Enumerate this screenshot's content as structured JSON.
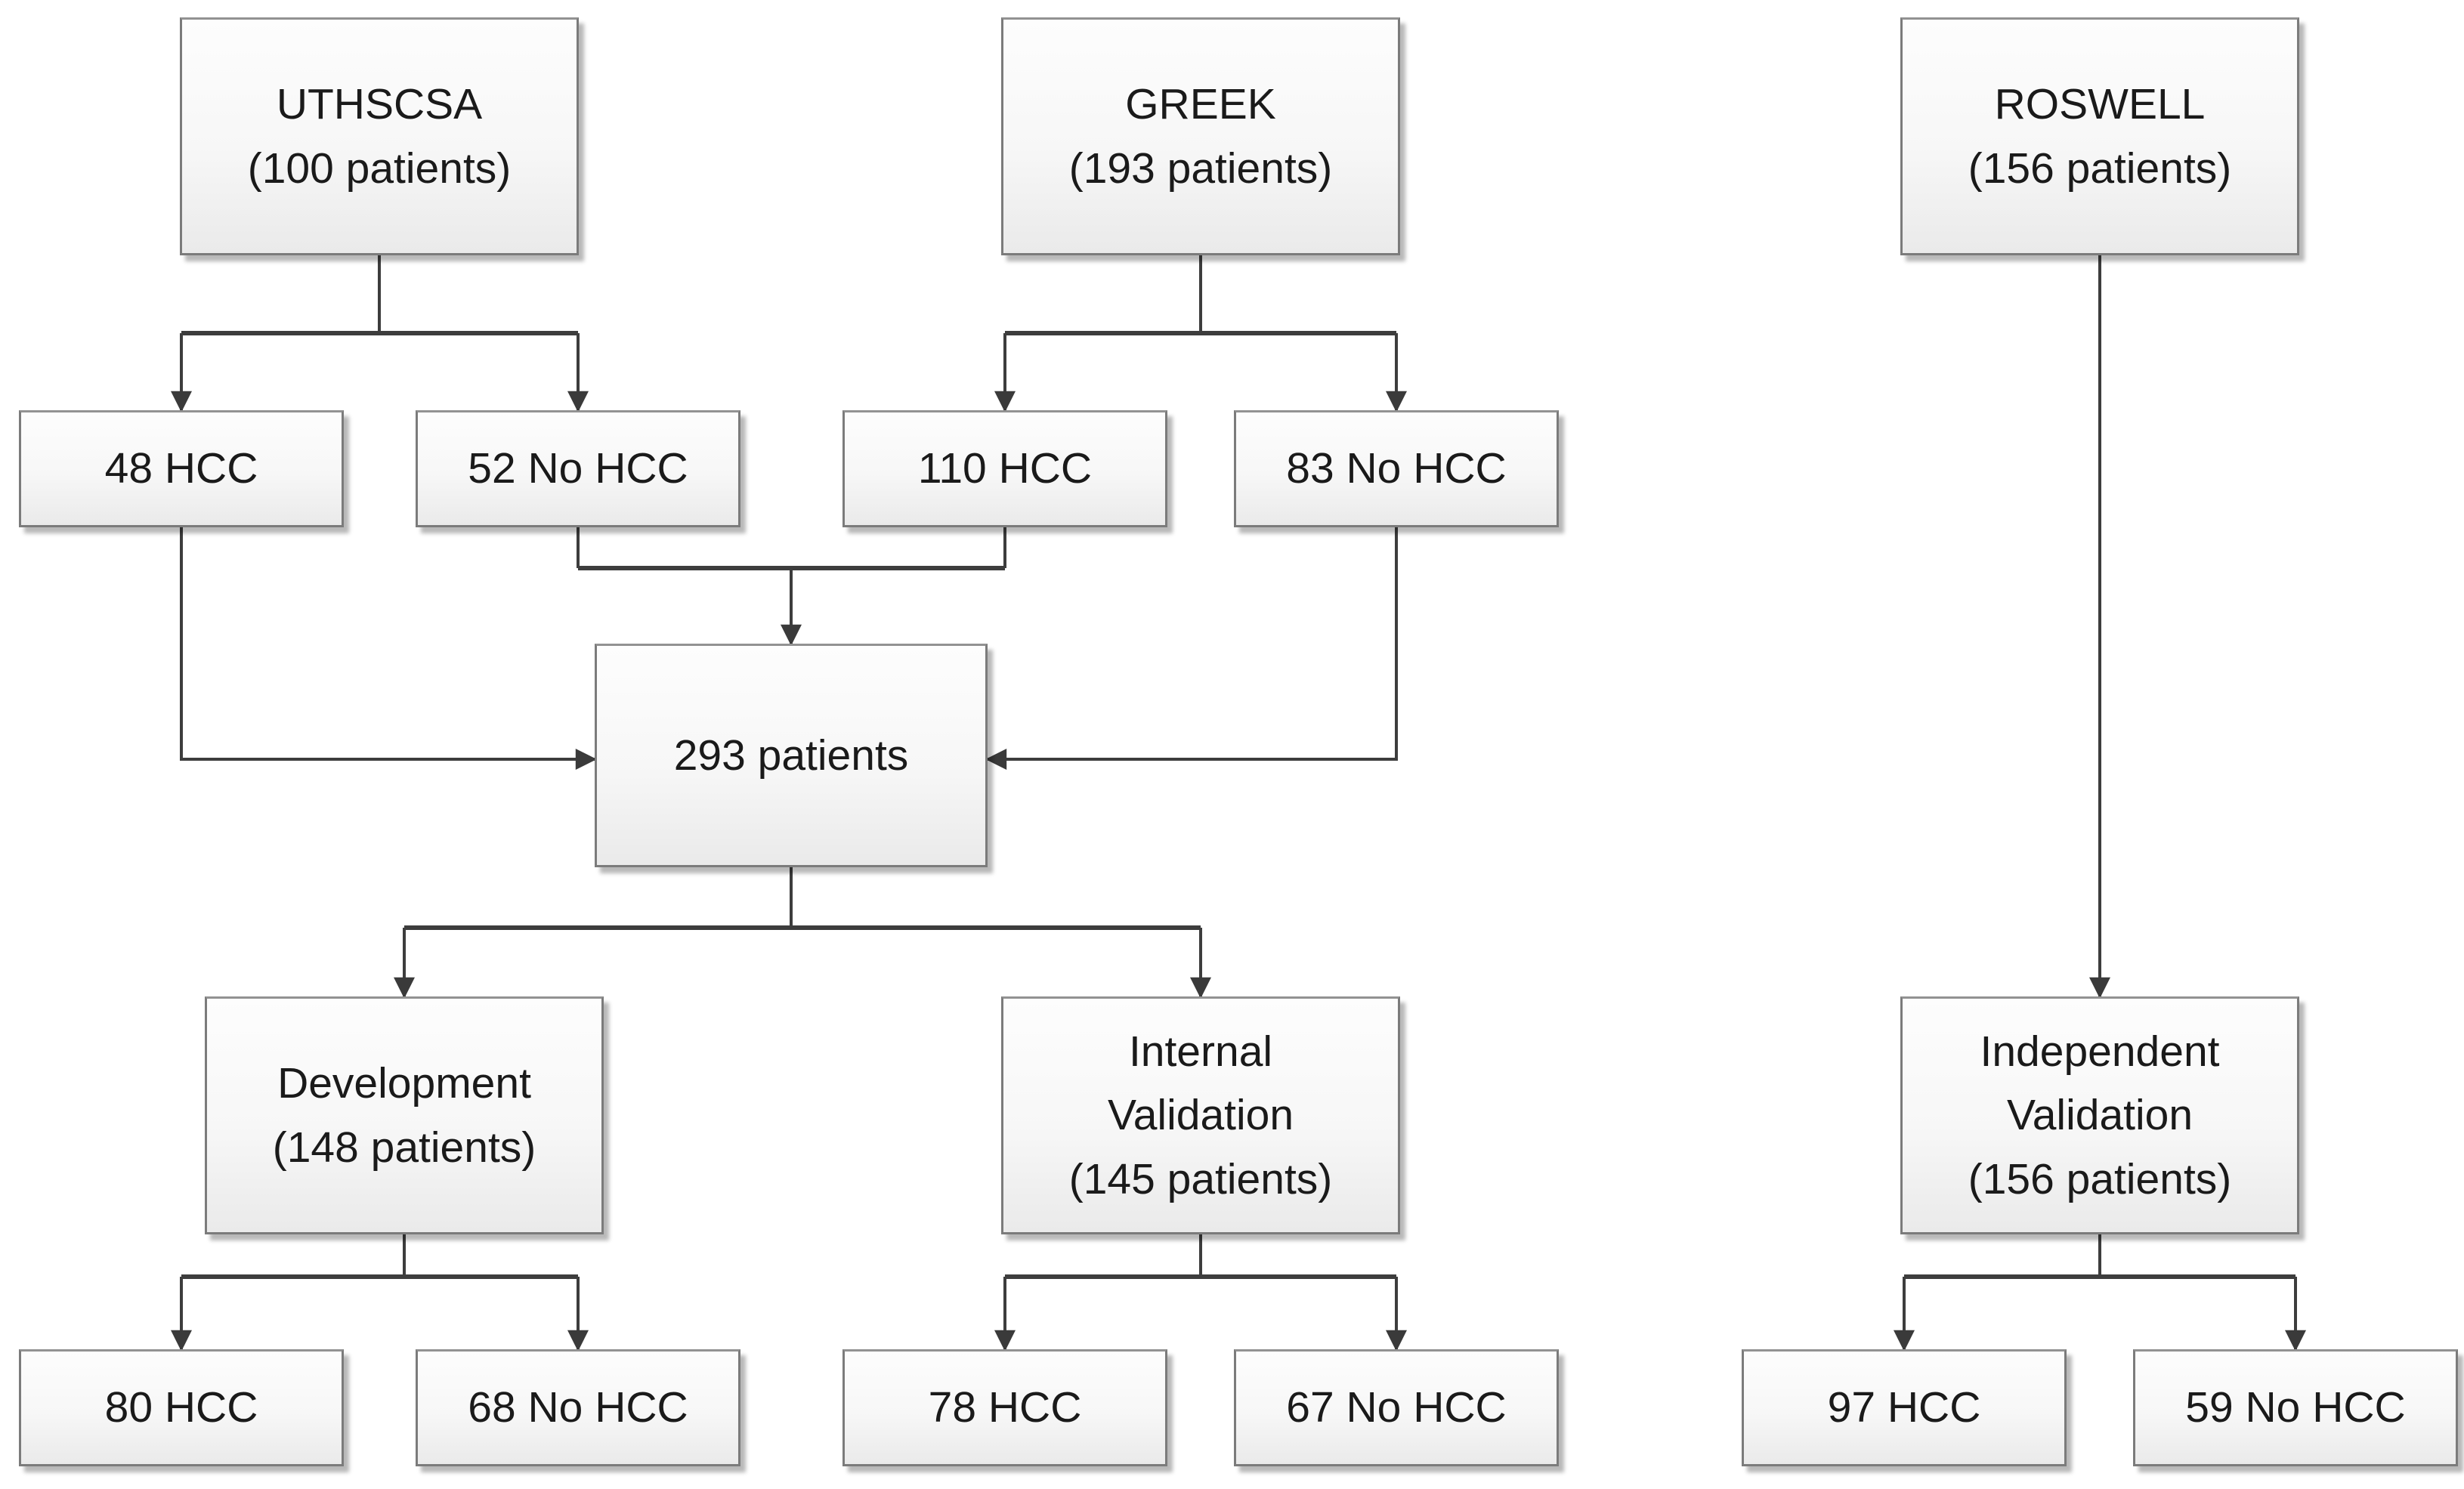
{
  "colors": {
    "background": "#ffffff",
    "line": "#3d3d3d",
    "box_border": "#7b7b7b",
    "box_fill_top": "#fdfdfd",
    "box_fill_bottom": "#eaeaea",
    "text": "#1a1a1a"
  },
  "nodes": {
    "uthscsa": {
      "line1": "UTHSCSA",
      "line2": "(100 patients)"
    },
    "greek": {
      "line1": "GREEK",
      "line2": "(193 patients)"
    },
    "roswell": {
      "line1": "ROSWELL",
      "line2": "(156 patients)"
    },
    "uthscsa_hcc": {
      "line1": "48 HCC"
    },
    "uthscsa_no_hcc": {
      "line1": "52 No HCC"
    },
    "greek_hcc": {
      "line1": "110 HCC"
    },
    "greek_no_hcc": {
      "line1": "83 No HCC"
    },
    "pooled": {
      "line1": "293 patients"
    },
    "development": {
      "line1": "Development",
      "line2": "(148 patients)"
    },
    "internal_validation": {
      "line1": "Internal",
      "line2": "Validation",
      "line3": "(145 patients)"
    },
    "independent_validation": {
      "line1": "Independent",
      "line2": "Validation",
      "line3": "(156 patients)"
    },
    "development_hcc": {
      "line1": "80 HCC"
    },
    "development_no_hcc": {
      "line1": "68 No HCC"
    },
    "internal_hcc": {
      "line1": "78 HCC"
    },
    "internal_no_hcc": {
      "line1": "67 No HCC"
    },
    "independent_hcc": {
      "line1": "97 HCC"
    },
    "independent_no_hcc": {
      "line1": "59 No HCC"
    }
  }
}
